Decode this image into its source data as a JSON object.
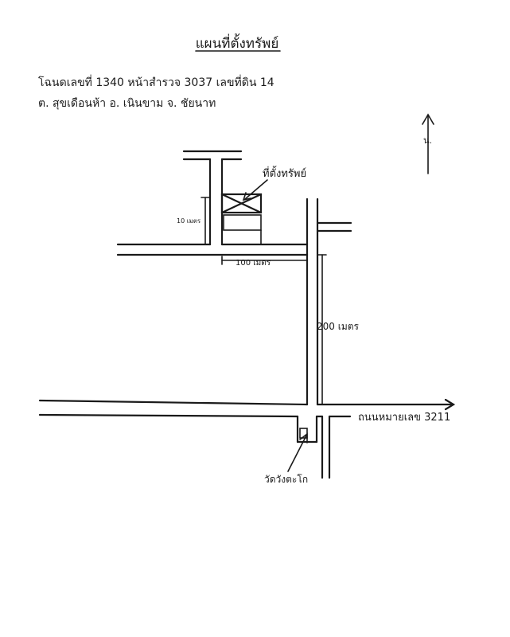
{
  "title": "แผนที่ตั้งทรัพย์",
  "header": {
    "line1": "โฉนดเลขที่ 1340   หน้าสำรวจ 3037   เลขที่ดิน 14",
    "line2": "ต. สุขเดือนห้า      อ. เนินขาม       จ. ชัยนาท"
  },
  "north_label": "น.",
  "labels": {
    "property": "ที่ตั้งทรัพย์",
    "dim_10": "10 เมตร",
    "dim_100": "100 เมตร",
    "dim_200": "200 เมตร",
    "highway": "ถนนหมายเลข 3211",
    "temple": "วัดวังตะโก"
  },
  "colors": {
    "ink": "#1a1a1a",
    "paper": "#ffffff"
  }
}
